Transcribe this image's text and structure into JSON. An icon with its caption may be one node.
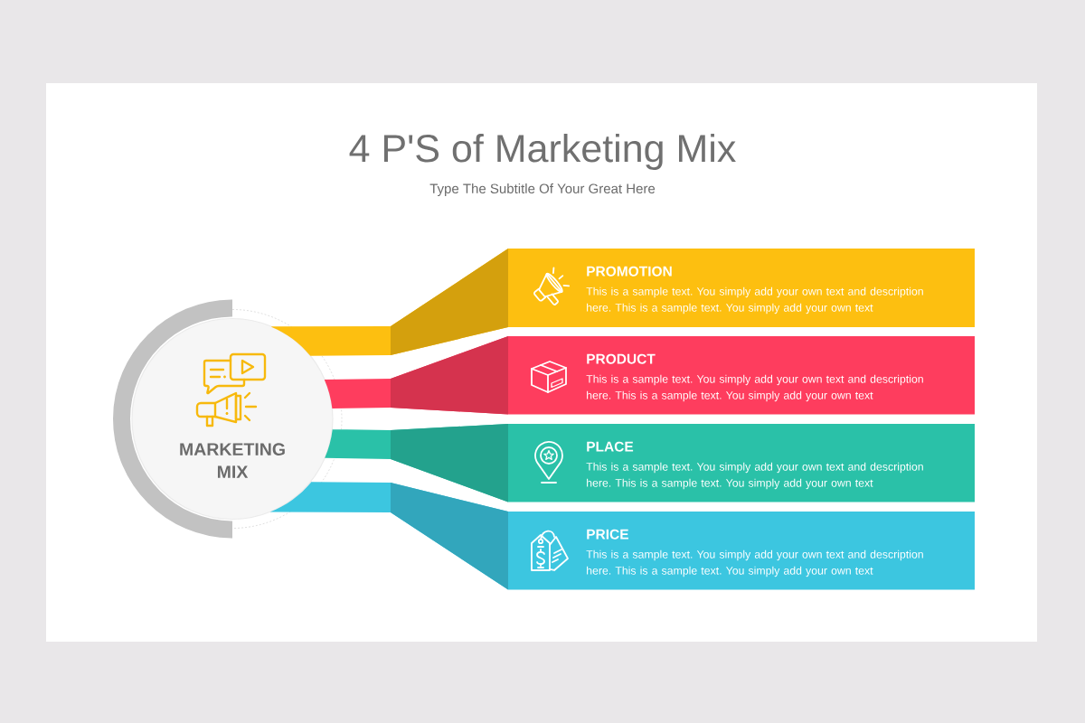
{
  "diagram": {
    "title": "4 P'S of Marketing Mix",
    "nodes": [
      {
        "text": [
          "MARKETING MIX"
        ]
      },
      {
        "text": [
          "PROMOTION",
          "This is a sample text. You simply add your own text and description here. This is a sample text. You simply add your own text"
        ]
      },
      {
        "text": [
          "PRODUCT",
          "This is a sample text. You simply add your own text and description here. This is a sample text. You simply add your own text"
        ]
      },
      {
        "text": [
          "PLACE",
          "This is a sample text. You simply add your own text and description here. This is a sample text. You simply add your own text"
        ]
      },
      {
        "text": [
          "PRICE",
          "This is a sample text. You simply add your own text and description here. This is a sample text. You simply add your own text"
        ]
      }
    ],
    "edges": [
      {
        "from": 0,
        "to": 1,
        "arrow": "none",
        "color": "#fdbf10"
      },
      {
        "from": 0,
        "to": 2,
        "arrow": "none",
        "color": "#fe3d5e"
      },
      {
        "from": 0,
        "to": 3,
        "arrow": "none",
        "color": "#2ac1a8"
      },
      {
        "from": 0,
        "to": 4,
        "arrow": "none",
        "color": "#3cc6e0"
      }
    ],
    "labels": [
      "Type The Subtitle Of Your Great Here"
    ]
  }
}
